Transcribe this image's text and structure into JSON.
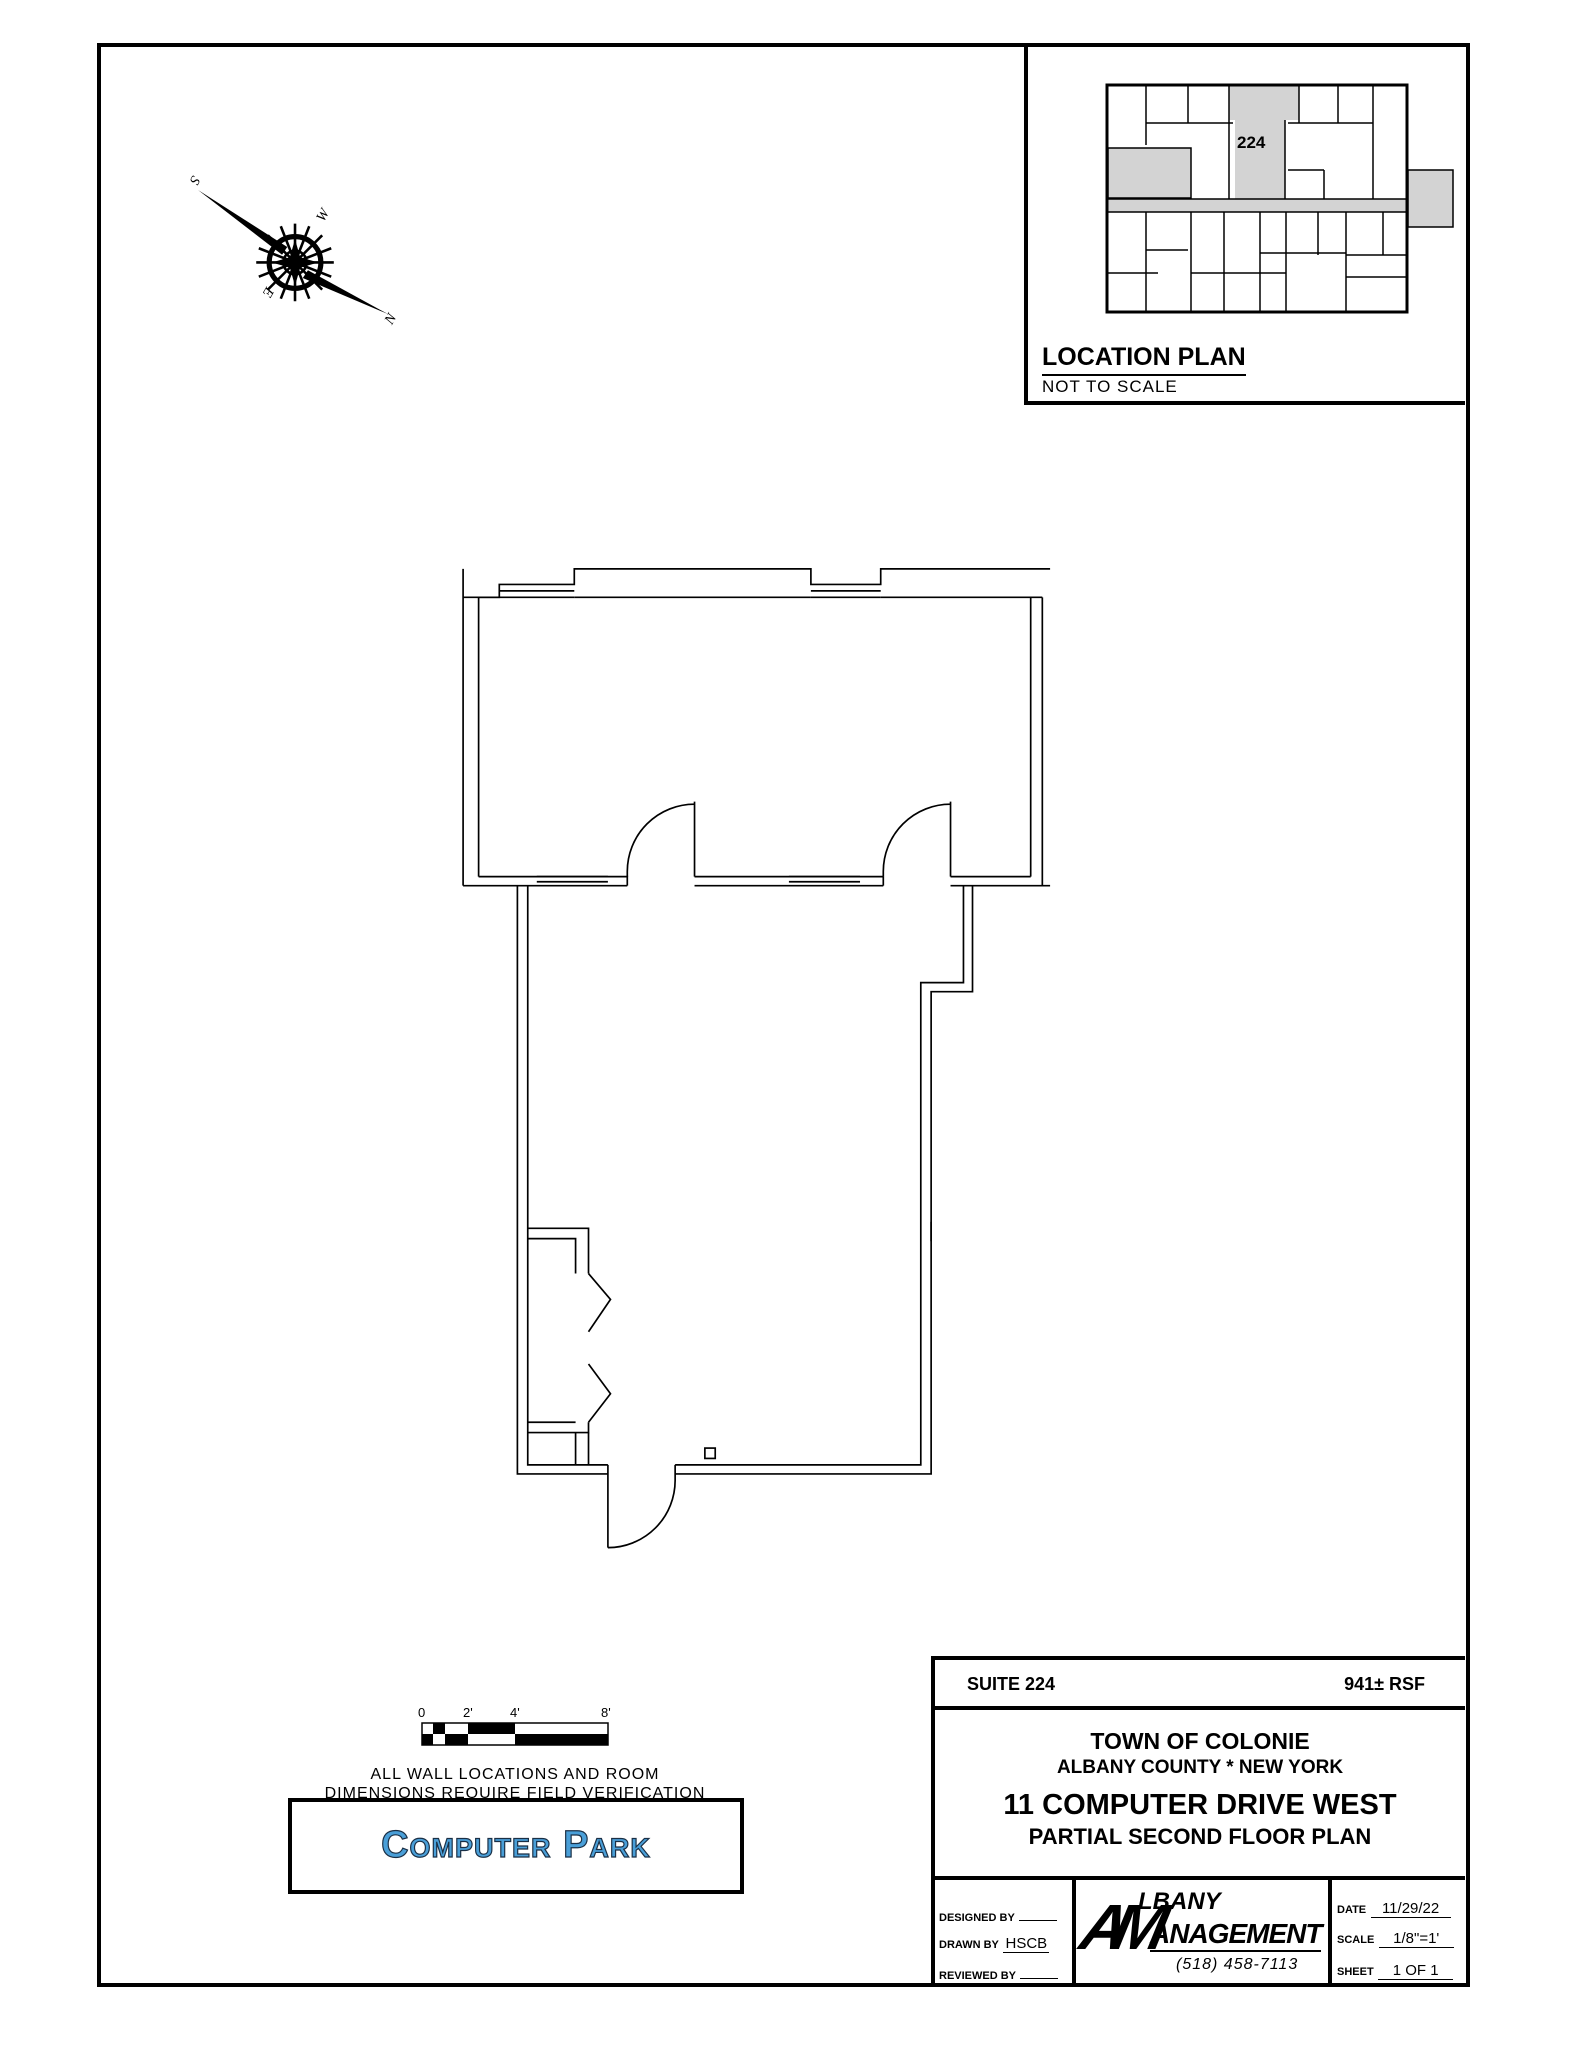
{
  "compass": {
    "labels": {
      "north": "N",
      "south": "S",
      "east": "E",
      "west": "W"
    }
  },
  "location_plan": {
    "title": "LOCATION PLAN",
    "subtitle": "NOT TO SCALE",
    "suite_label": "224",
    "highlight_color": "#d3d3d3"
  },
  "scale_bar": {
    "ticks": [
      "0",
      "2'",
      "4'",
      "8'"
    ]
  },
  "notes": [
    "ALL WALL LOCATIONS AND ROOM",
    "DIMENSIONS REQUIRE FIELD VERIFICATION"
  ],
  "brand": {
    "name": "Computer Park",
    "color": "#4a9fd8"
  },
  "title_block": {
    "suite": "SUITE 224",
    "area": "941± RSF",
    "town": "TOWN OF COLONIE",
    "county": "ALBANY COUNTY * NEW YORK",
    "address": "11 COMPUTER DRIVE WEST",
    "plan_name": "PARTIAL SECOND FLOOR PLAN",
    "designed_by_label": "DESIGNED BY",
    "designed_by": "",
    "drawn_by_label": "DRAWN BY",
    "drawn_by": "HSCB",
    "reviewed_by_label": "REVIEWED BY",
    "reviewed_by": "",
    "logo_top": "LBANY",
    "logo_bottom": "ANAGEMENT",
    "logo_letters": "AM",
    "phone": "(518) 458-7113",
    "date_label": "DATE",
    "date": "11/29/22",
    "scale_label": "SCALE",
    "scale": "1/8\"=1'",
    "sheet_label": "SHEET",
    "sheet": "1 OF 1"
  }
}
